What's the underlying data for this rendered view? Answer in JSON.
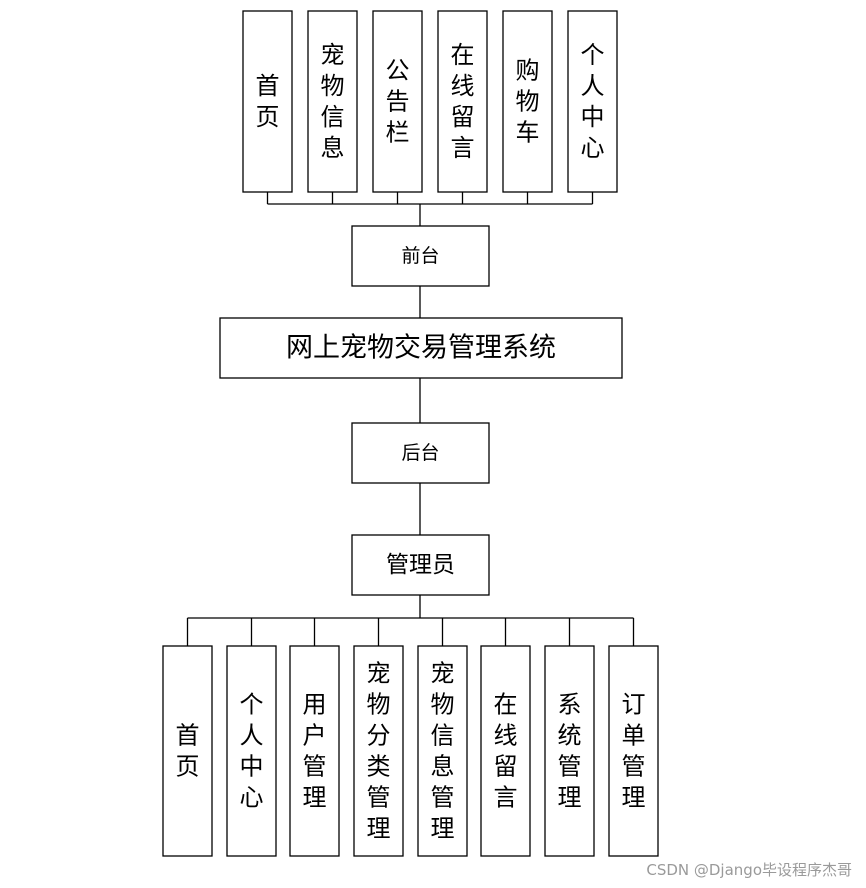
{
  "system": {
    "title": "网上宠物交易管理系统"
  },
  "frontend": {
    "label": "前台",
    "modules": [
      "首页",
      "宠物信息",
      "公告栏",
      "在线留言",
      "购物车",
      "个人中心"
    ]
  },
  "backend": {
    "label": "后台",
    "role": "管理员",
    "modules": [
      "首页",
      "个人中心",
      "用户管理",
      "宠物分类管理",
      "宠物信息管理",
      "在线留言",
      "系统管理",
      "订单管理"
    ]
  },
  "watermark": "CSDN @Django毕设程序杰哥"
}
